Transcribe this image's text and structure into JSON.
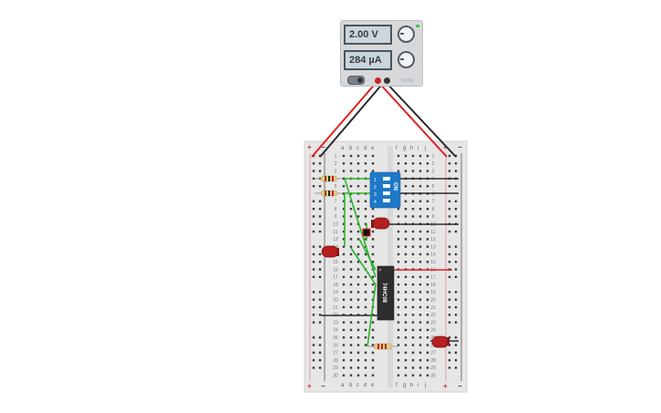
{
  "power_supply": {
    "voltage_display": "2.00 V",
    "current_display": "284 µA"
  },
  "breadboard": {
    "columns_left": [
      "a",
      "b",
      "c",
      "d",
      "e"
    ],
    "columns_right": [
      "f",
      "g",
      "h",
      "i",
      "j"
    ],
    "rail_plus": "+",
    "rail_minus": "−",
    "row_numbers": [
      "1",
      "2",
      "3",
      "4",
      "5",
      "6",
      "7",
      "8",
      "9",
      "10",
      "11",
      "12",
      "13",
      "14",
      "15",
      "16",
      "17",
      "18",
      "19",
      "20",
      "21",
      "22",
      "23",
      "24",
      "25",
      "26",
      "27",
      "28",
      "29",
      "30"
    ]
  },
  "dip_switch": {
    "on_label": "ON",
    "numbers": [
      "1",
      "2",
      "3",
      "4"
    ]
  },
  "ic_chip": {
    "label": "74HC08"
  },
  "colors": {
    "wire_red": "#e02020",
    "wire_black": "#2a2a2a",
    "wire_green": "#2bb52b",
    "led_red": "#b52020",
    "dip_blue": "#1e78c8",
    "breadboard": "#e4e4e4",
    "ic_body": "#2e2e2e"
  }
}
